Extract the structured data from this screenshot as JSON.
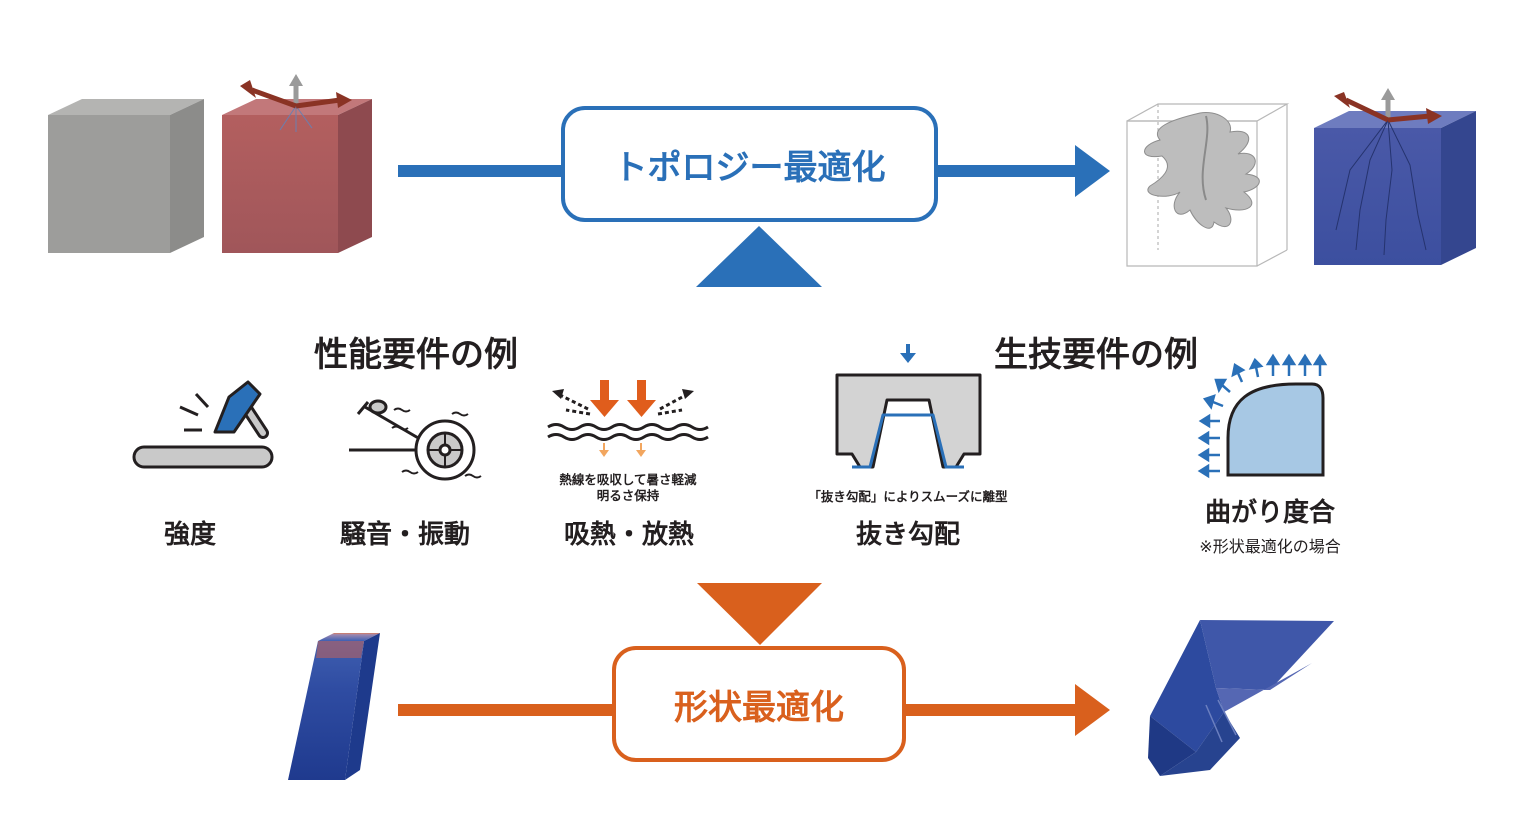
{
  "top_flow": {
    "process_label": "トポロジー最適化",
    "color": "#2a70b8"
  },
  "bottom_flow": {
    "process_label": "形状最適化",
    "color": "#d9601d"
  },
  "performance_requirements": {
    "heading": "性能要件の例",
    "items": [
      {
        "label": "強度",
        "icon": "hammer-strike-icon"
      },
      {
        "label": "騒音・振動",
        "icon": "wheel-vibration-icon"
      },
      {
        "label": "吸熱・放熱",
        "icon": "heat-absorption-icon",
        "note_line1": "熱線を吸収して暑さ軽減",
        "note_line2": "明るさ保持"
      }
    ]
  },
  "manufacturing_requirements": {
    "heading": "生技要件の例",
    "items": [
      {
        "label": "抜き勾配",
        "icon": "draft-angle-icon",
        "note": "「抜き勾配」によりスムーズに離型"
      },
      {
        "label": "曲がり度合",
        "icon": "curvature-icon",
        "sub_note": "※形状最適化の場合"
      }
    ]
  }
}
